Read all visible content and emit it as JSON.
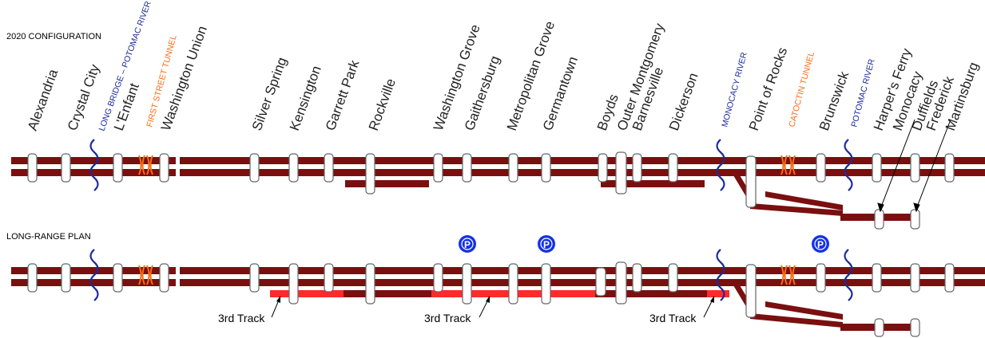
{
  "sections": {
    "top_title": "2020 CONFIGURATION",
    "bottom_title": "LONG-RANGE PLAN"
  },
  "stations": [
    "Alexandria",
    "Crystal City",
    "L'Enfant",
    "Washington Union",
    "Silver Spring",
    "Kensington",
    "Garrett Park",
    "Rockville",
    "Washington Grove",
    "Gaithersburg",
    "Metropolitan Grove",
    "Germantown",
    "Boyds",
    "Outer Montgomery",
    "Barnesville",
    "Dickerson",
    "Point of Rocks",
    "Brunswick",
    "Harper's Ferry",
    "Monocacy",
    "Duffields",
    "Frederick",
    "Martinsburg"
  ],
  "features": {
    "long_bridge": "LONG BRIDGE – POTOMAC RIVER",
    "first_street_tunnel": "FIRST STREET TUNNEL",
    "monocacy_river": "MONOCACY RIVER",
    "catoctin_tunnel": "CATOCTIN TUNNEL",
    "potomac_river": "POTOMAC RIVER"
  },
  "annotations": {
    "third_track": "3rd Track",
    "parking_badge": "P"
  },
  "colors": {
    "track": "#7a0f0f",
    "third_track": "#ff2a2a",
    "river": "#1c2a9a",
    "tunnel": "#ff6a13",
    "parking": "#1432e6",
    "station_fill": "#ffffff",
    "station_stroke": "#666666"
  }
}
